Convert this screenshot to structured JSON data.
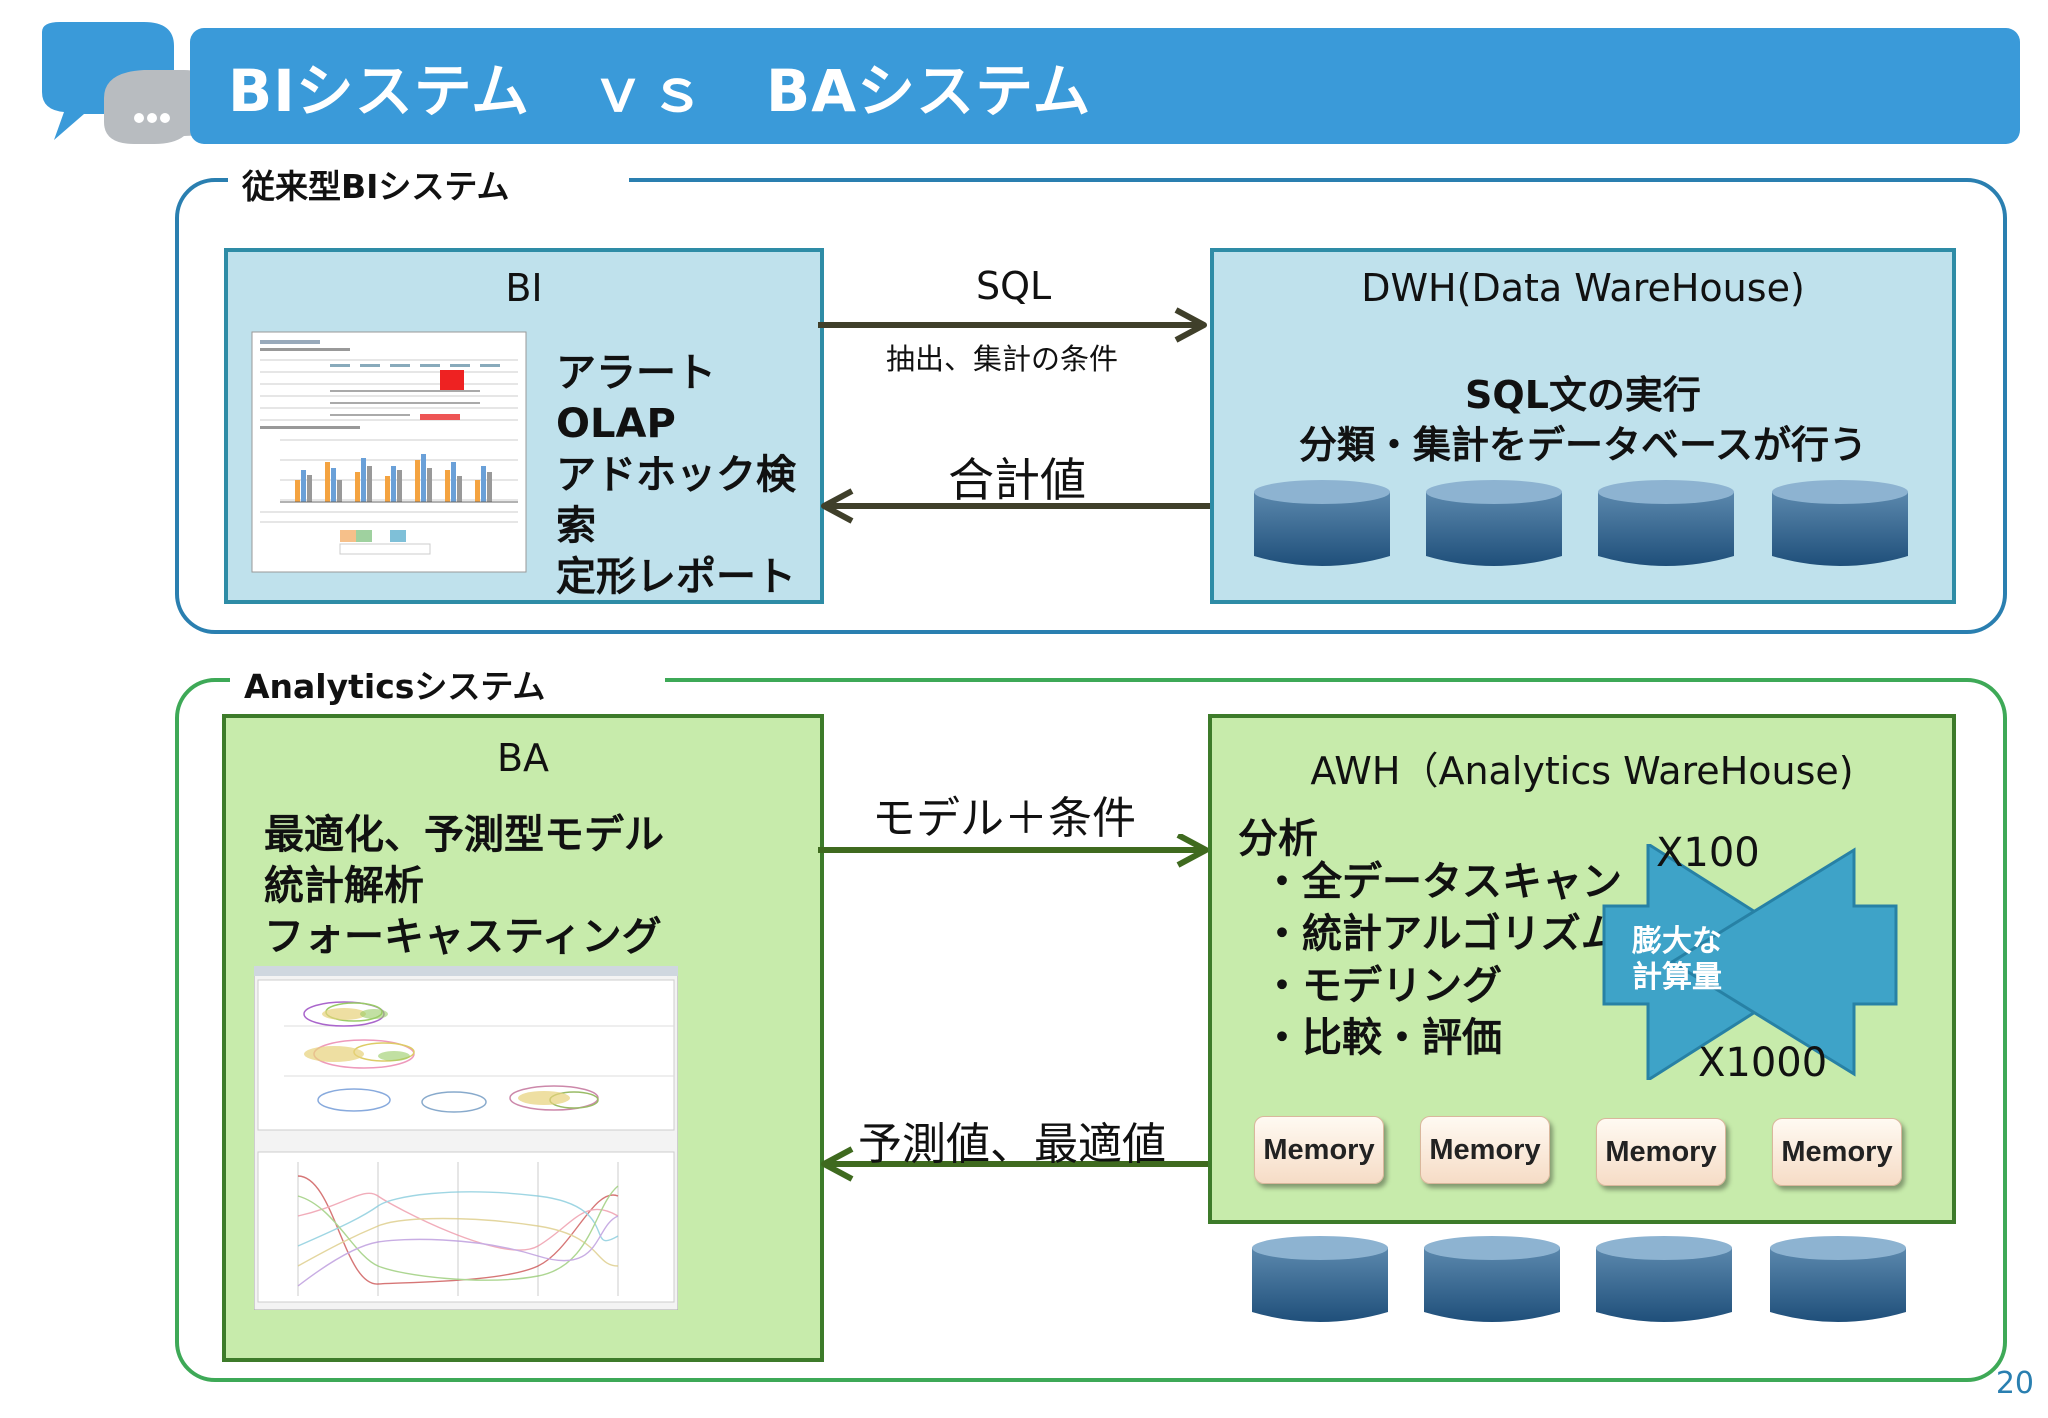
{
  "header": {
    "title": "BIシステム　ｖｓ　BAシステム"
  },
  "sections": {
    "bi": {
      "label": "従来型BIシステム"
    },
    "analytics": {
      "label": "Analyticsシステム"
    }
  },
  "bi_box": {
    "title": "BI",
    "items": [
      "アラート",
      "OLAP",
      "アドホック検索",
      "定形レポート"
    ]
  },
  "dwh_box": {
    "title": "DWH(Data WareHouse)",
    "desc": [
      "SQL文の実行",
      "分類・集計をデータベースが行う"
    ]
  },
  "arrows_bi": {
    "request_label": "SQL",
    "request_sub": "抽出、集計の条件",
    "response_label": "合計値"
  },
  "ba_box": {
    "title": "BA",
    "items": [
      "最適化、予測型モデル",
      "統計解析",
      "フォーキャスティング"
    ]
  },
  "awh_box": {
    "title": "AWH（Analytics WareHouse)",
    "analysis_heading": "分析",
    "analysis_items": [
      "・全データスキャン",
      "・統計アルゴリズム",
      "・モデリング",
      "・比較・評価"
    ],
    "shape_text": [
      "膨大な",
      "計算量"
    ],
    "mult_top": "X100",
    "mult_bottom": "X1000",
    "memory_labels": [
      "Memory",
      "Memory",
      "Memory",
      "Memory"
    ]
  },
  "arrows_an": {
    "request_label": "モデル＋条件",
    "response_label": "予測値、最適値"
  },
  "page_number": "20",
  "colors": {
    "title_bar": "#3a9ad9",
    "bi_frame": "#2a7fb0",
    "analytics_frame": "#3ea957",
    "blue_box": "#bfe1ec",
    "green_box": "#c7ebab",
    "arrow_bi": "#3f3f2a",
    "arrow_an": "#3f6a1f"
  },
  "icons": [
    "speech-bubble-icon",
    "database-cylinder-icon"
  ]
}
